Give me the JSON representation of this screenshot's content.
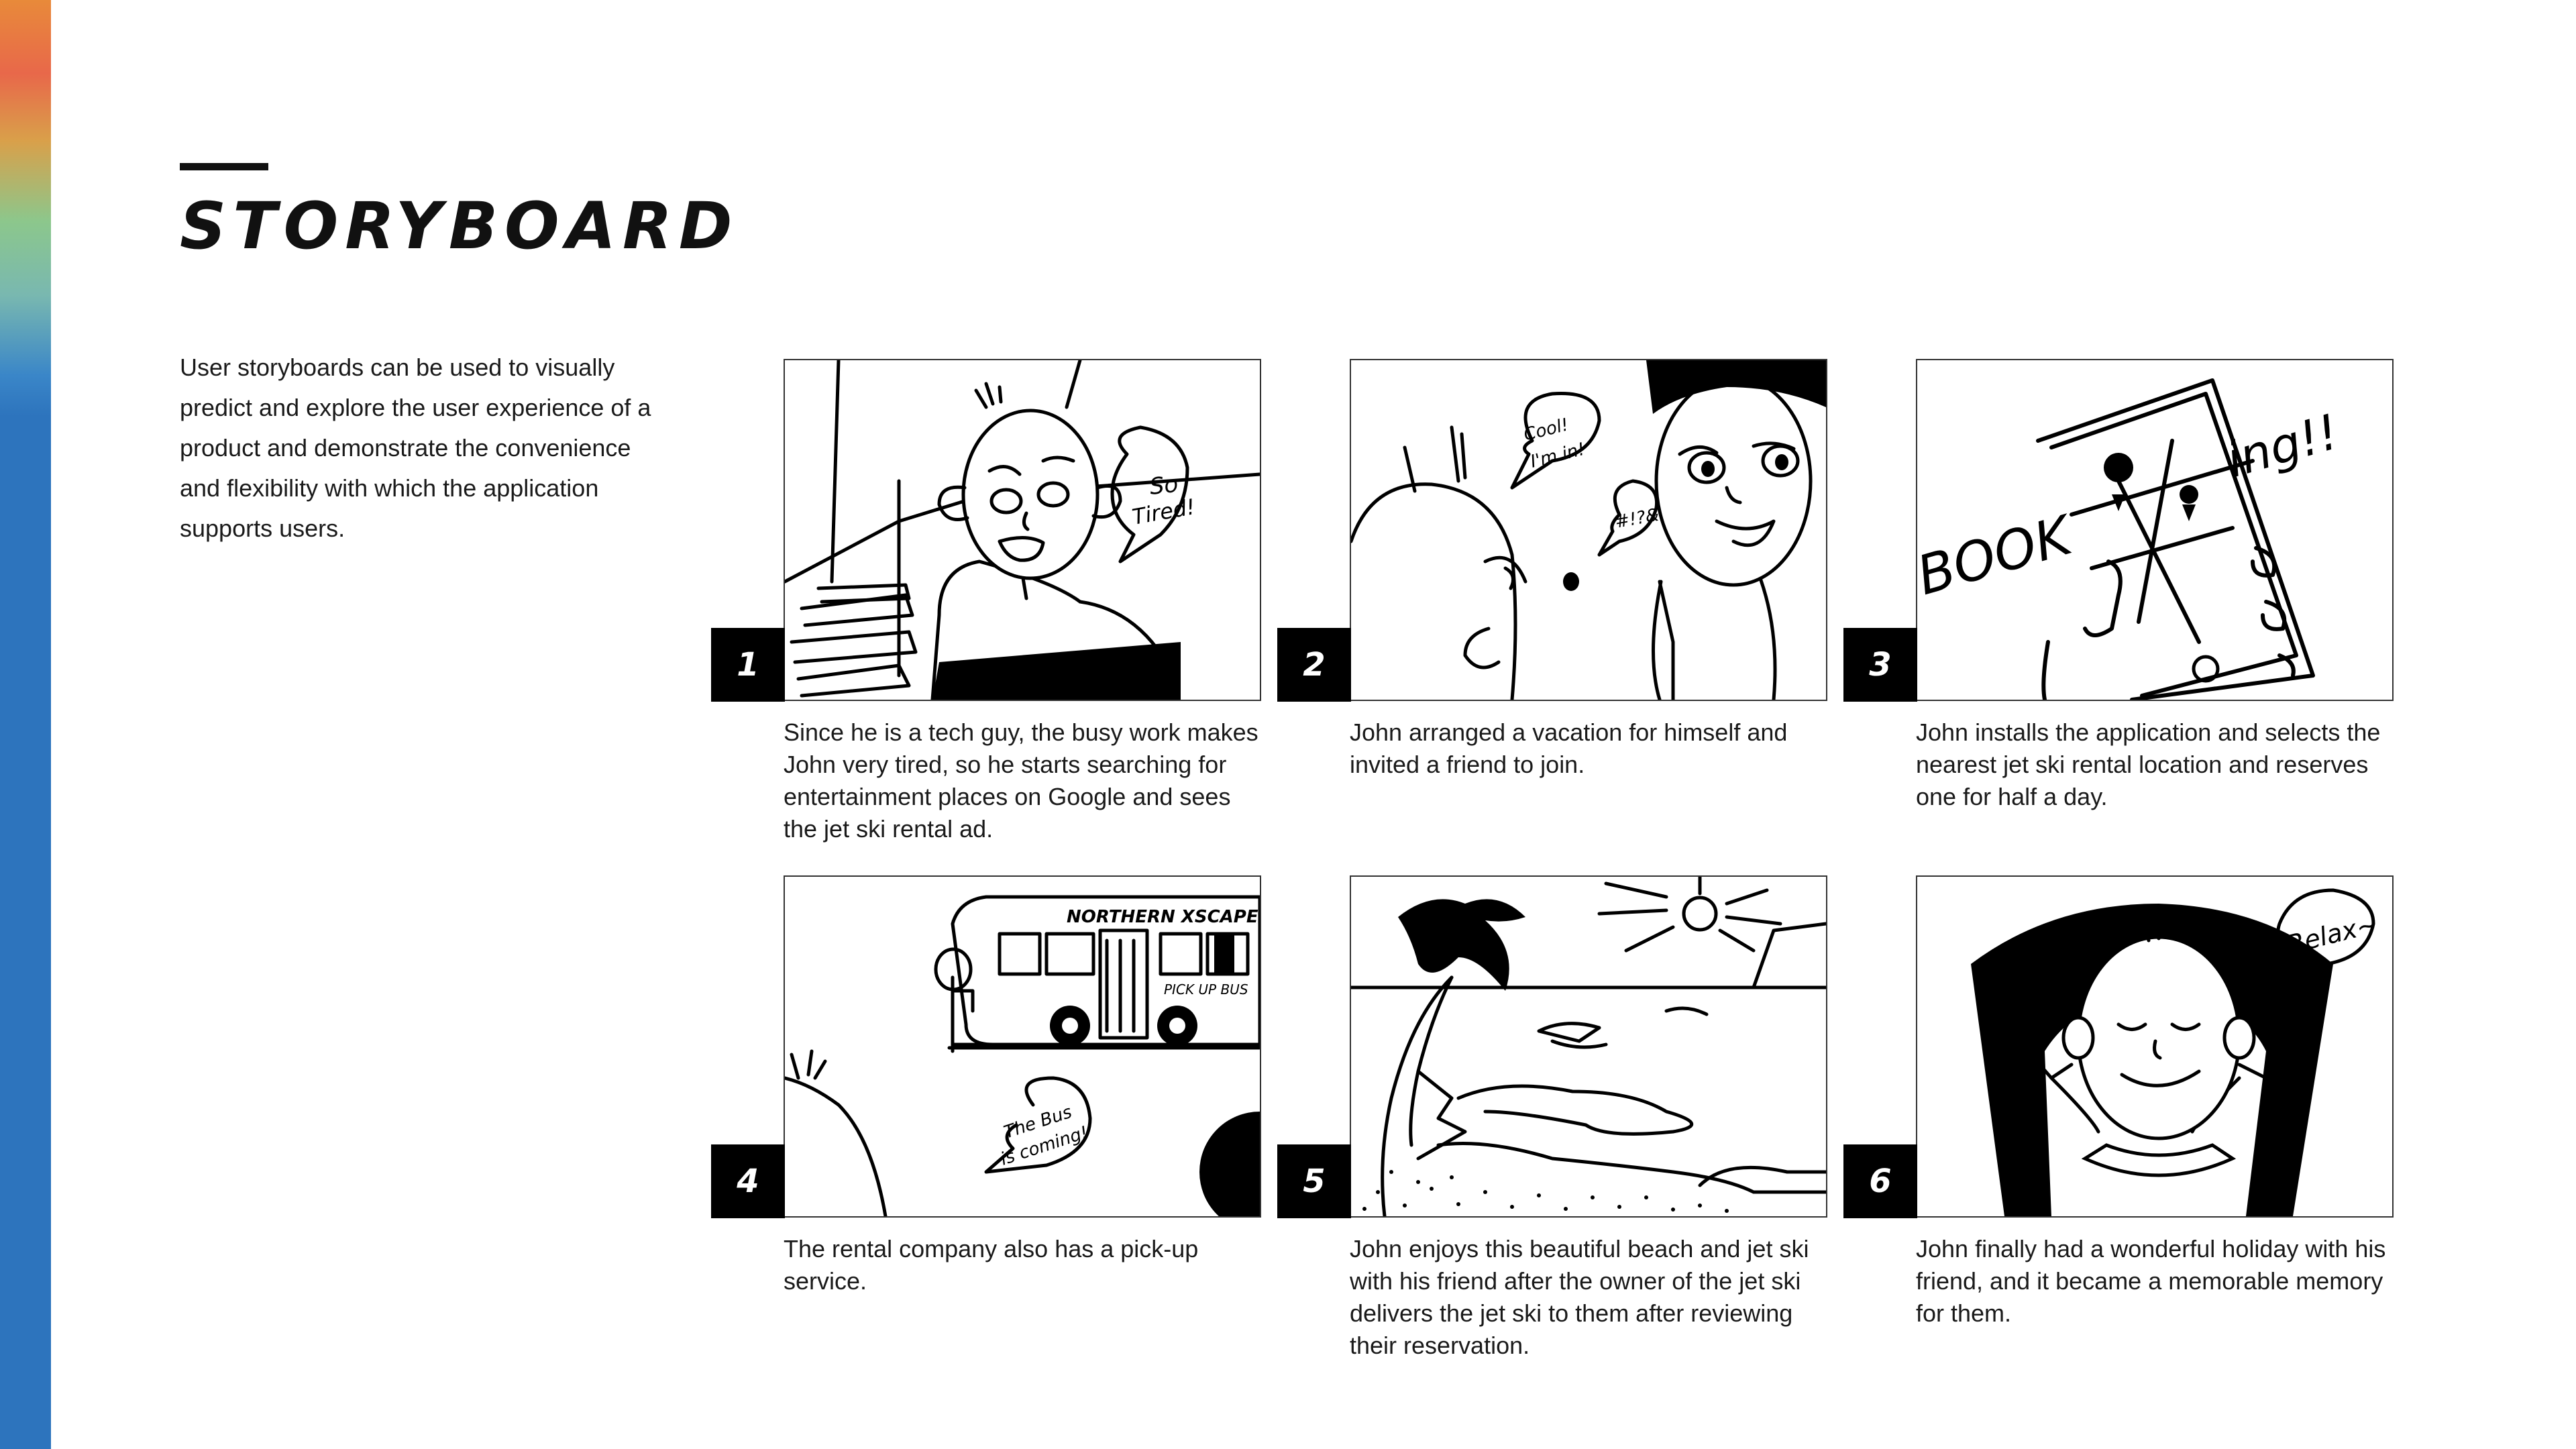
{
  "page": {
    "title": "STORYBOARD",
    "intro": "User storyboards can be used to visually predict and explore the user experience of a product and demonstrate the convenience and flexibility with which the application supports users."
  },
  "panels": [
    {
      "number": "1",
      "caption": "Since he is a tech guy, the busy work makes John very tired, so he starts searching for entertainment places on Google and sees the jet ski rental ad.",
      "speech": "So Tired!"
    },
    {
      "number": "2",
      "caption": "John arranged a vacation for himself and invited a friend to join.",
      "speech": "Cool! I'm in!",
      "speech2": "#!?&"
    },
    {
      "number": "3",
      "caption": "John installs the application and selects the nearest jet ski rental location and reserves one for half a day.",
      "lettering_left": "BOOK",
      "lettering_right": "ing!!"
    },
    {
      "number": "4",
      "caption": "The rental company also has a pick-up service.",
      "speech": "The Bus is coming!",
      "bus_sign": "NORTHERN XSCAPE",
      "bus_side": "PICK UP BUS"
    },
    {
      "number": "5",
      "caption": "John enjoys this beautiful beach and jet ski with his friend after the owner of the jet ski delivers the jet ski to them after reviewing their reservation."
    },
    {
      "number": "6",
      "caption": "John finally had a wonderful holiday with his friend, and it became a memorable memory for them.",
      "speech": "Relax~"
    }
  ],
  "colors": {
    "strip_top": "#e8684a",
    "strip_mid": "#8cc78c",
    "strip_bottom": "#2d74bd"
  }
}
